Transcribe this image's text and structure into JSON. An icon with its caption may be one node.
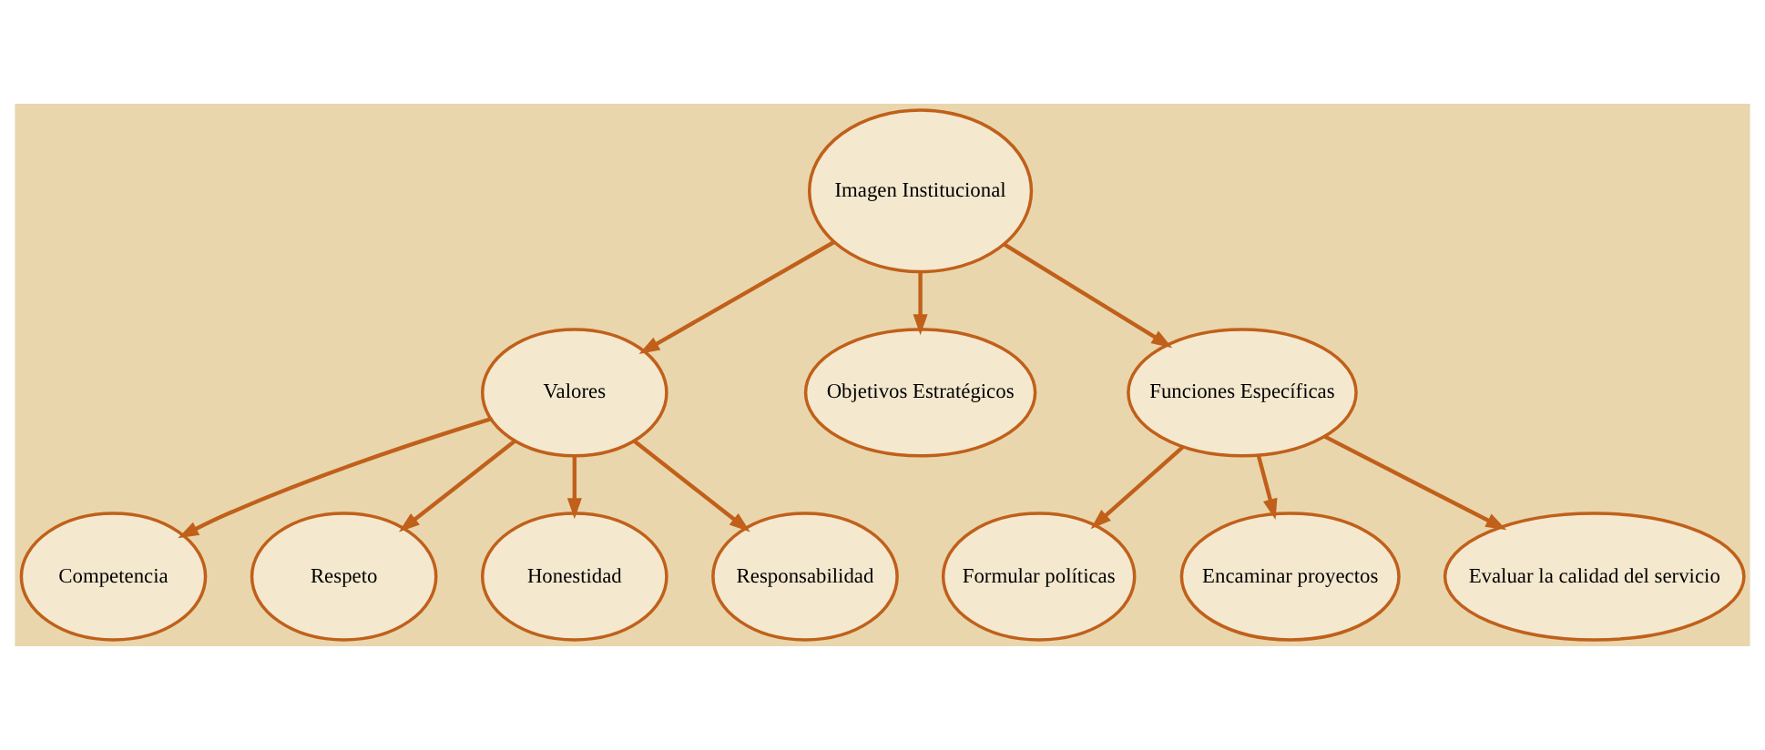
{
  "diagram": {
    "nodes": [
      {
        "text": [
          "Imagen Institucional"
        ]
      },
      {
        "text": [
          "Valores"
        ]
      },
      {
        "text": [
          "Competencia"
        ]
      },
      {
        "text": [
          "Respeto"
        ]
      },
      {
        "text": [
          "Honestidad"
        ]
      },
      {
        "text": [
          "Responsabilidad"
        ]
      },
      {
        "text": [
          "Objetivos Estratégicos"
        ]
      },
      {
        "text": [
          "Funciones Específicas"
        ]
      },
      {
        "text": [
          "Formular políticas"
        ]
      },
      {
        "text": [
          "Encaminar proyectos"
        ]
      },
      {
        "text": [
          "Evaluar la calidad del servicio"
        ]
      }
    ],
    "edges": [
      {
        "from": 0,
        "to": 1,
        "arrow": "to"
      },
      {
        "from": 0,
        "to": 6,
        "arrow": "to"
      },
      {
        "from": 0,
        "to": 7,
        "arrow": "to"
      },
      {
        "from": 1,
        "to": 2,
        "arrow": "to"
      },
      {
        "from": 1,
        "to": 3,
        "arrow": "to"
      },
      {
        "from": 1,
        "to": 4,
        "arrow": "to"
      },
      {
        "from": 1,
        "to": 5,
        "arrow": "to"
      },
      {
        "from": 7,
        "to": 8,
        "arrow": "to"
      },
      {
        "from": 7,
        "to": 9,
        "arrow": "to"
      },
      {
        "from": 7,
        "to": 10,
        "arrow": "to"
      }
    ]
  }
}
